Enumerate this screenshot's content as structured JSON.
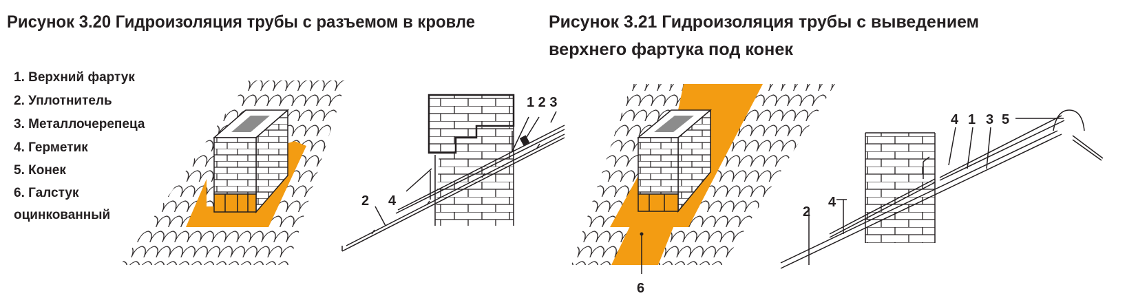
{
  "colors": {
    "orange": "#F39C12",
    "ink": "#231f20",
    "chimney_top": "#8c8c8c"
  },
  "figure1": {
    "title": "Рисунок 3.20 Гидроизоляция трубы с разъемом в кровле",
    "legend": [
      "1. Верхний фартук",
      "2. Уплотнитель",
      "3. Металлочерепеца",
      "4. Герметик",
      "5. Конек",
      "6. Галстук",
      "оцинкованный"
    ],
    "callouts": {
      "top": "1 2 3",
      "left_2": "2",
      "left_4": "4"
    }
  },
  "figure2": {
    "title_line1": "Рисунок 3.21 Гидроизоляция трубы с выведением",
    "title_line2": "верхнего фартука под конек",
    "callouts": {
      "c4a": "4",
      "c1": "1",
      "c3": "3",
      "c5": "5",
      "c4b": "4",
      "c2": "2",
      "c6": "6"
    }
  }
}
